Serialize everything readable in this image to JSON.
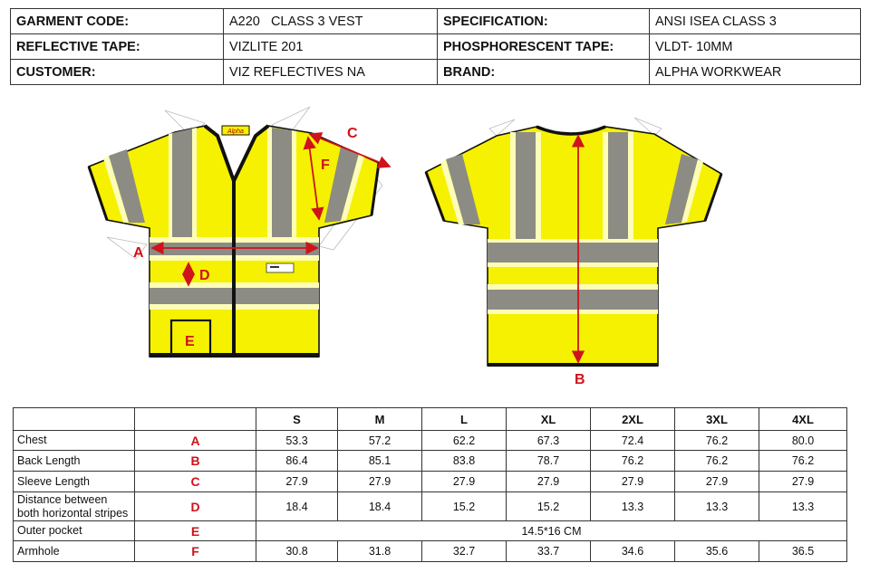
{
  "spec": {
    "garment_code_label": "GARMENT CODE:",
    "garment_code_value": "A220   CLASS 3 VEST",
    "specification_label": "SPECIFICATION:",
    "specification_value": "ANSI ISEA CLASS 3",
    "reflective_tape_label": "REFLECTIVE TAPE:",
    "reflective_tape_value": "VIZLITE 201",
    "phosphorescent_tape_label": "PHOSPHORESCENT TAPE:",
    "phosphorescent_tape_value": "VLDT- 10MM",
    "customer_label": "CUSTOMER:",
    "customer_value": "VIZ REFLECTIVES NA",
    "brand_label": "BRAND:",
    "brand_value": "ALPHA WORKWEAR"
  },
  "figure": {
    "collar_logo": "Alpha",
    "marker_a": "A",
    "marker_b": "B",
    "marker_c": "C",
    "marker_d": "D",
    "marker_e": "E",
    "marker_f": "F"
  },
  "colors": {
    "hi_vis_yellow": "#f6f100",
    "reflective_gray": "#8c8c84",
    "glow_stripe": "#fdfdb8",
    "marker_red": "#d0121b",
    "trim_black": "#111111"
  },
  "size_table": {
    "sizes": [
      "S",
      "M",
      "L",
      "XL",
      "2XL",
      "3XL",
      "4XL"
    ],
    "rows": [
      {
        "measurement": "Chest",
        "code": "A",
        "values": [
          "53.3",
          "57.2",
          "62.2",
          "67.3",
          "72.4",
          "76.2",
          "80.0"
        ]
      },
      {
        "measurement": "Back Length",
        "code": "B",
        "values": [
          "86.4",
          "85.1",
          "83.8",
          "78.7",
          "76.2",
          "76.2",
          "76.2"
        ]
      },
      {
        "measurement": "Sleeve Length",
        "code": "C",
        "values": [
          "27.9",
          "27.9",
          "27.9",
          "27.9",
          "27.9",
          "27.9",
          "27.9"
        ]
      },
      {
        "measurement": "Distance between both horizontal stripes",
        "code": "D",
        "values": [
          "18.4",
          "18.4",
          "15.2",
          "15.2",
          "13.3",
          "13.3",
          "13.3"
        ]
      },
      {
        "measurement": "Outer pocket",
        "code": "E",
        "merged_value": "14.5*16 CM"
      },
      {
        "measurement": "Armhole",
        "code": "F",
        "values": [
          "30.8",
          "31.8",
          "32.7",
          "33.7",
          "34.6",
          "35.6",
          "36.5"
        ]
      }
    ]
  }
}
